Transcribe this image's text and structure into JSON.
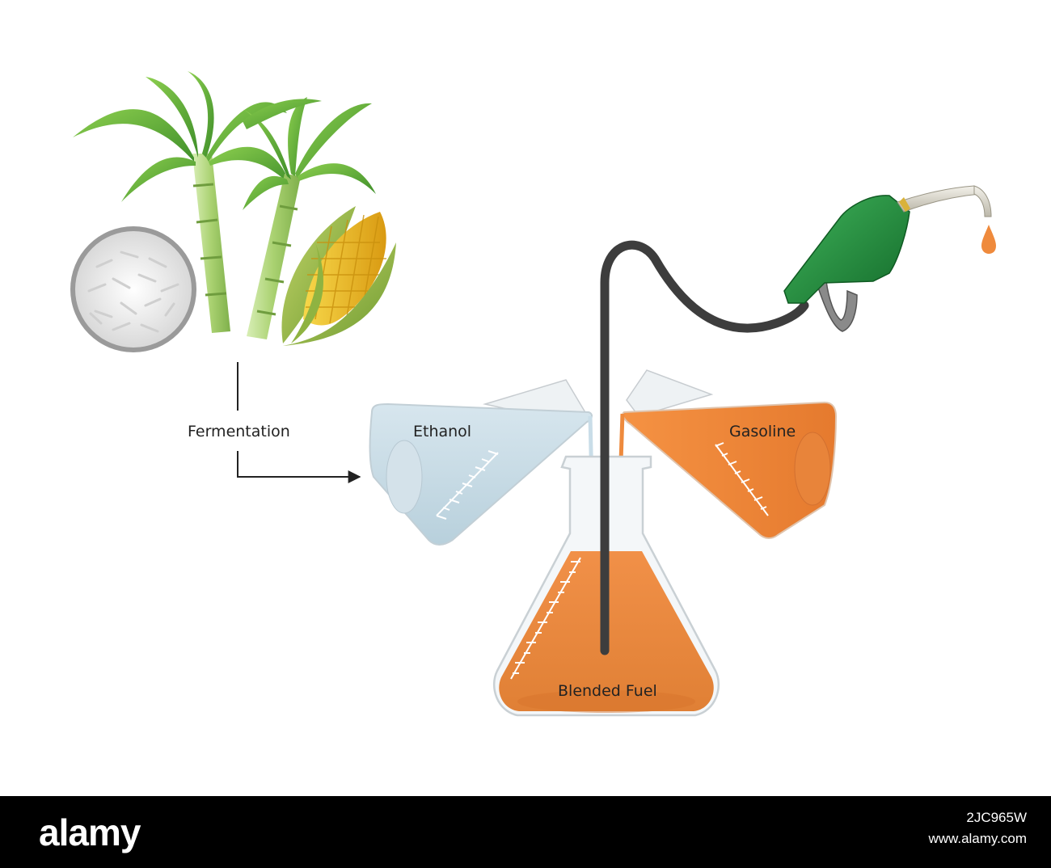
{
  "labels": {
    "fermentation": "Fermentation",
    "ethanol": "Ethanol",
    "gasoline": "Gasoline",
    "blended_fuel": "Blended Fuel"
  },
  "footer": {
    "brand": "alamy",
    "image_id": "2JC965W",
    "url": "www.alamy.com"
  },
  "colors": {
    "ethanol": "#c9dde8",
    "gasoline": "#f08a3c",
    "blended": "#ec8a3e",
    "leaf": "#5fb036",
    "stalk": "#b6d98a",
    "corn": "#f2c21b",
    "nozzle": "#1f8a3a",
    "hose": "#3d3d3d"
  }
}
